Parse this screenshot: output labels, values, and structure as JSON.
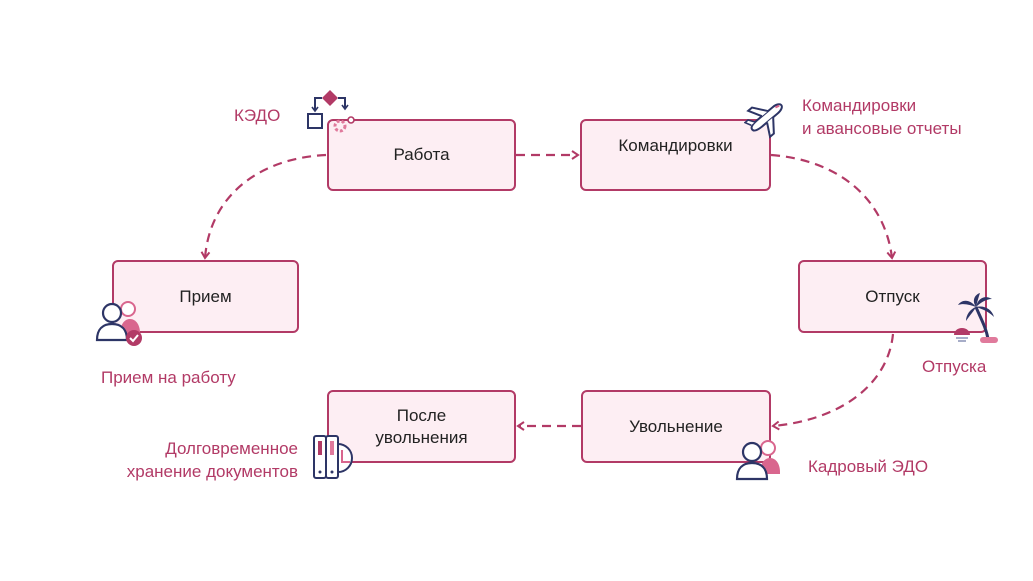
{
  "diagram": {
    "type": "cycle",
    "colors": {
      "accent": "#b23a66",
      "node_fill": "#fdeef3",
      "icon_navy": "#2d3566",
      "icon_pink": "#d9668e"
    },
    "nodes": {
      "work": {
        "label": "Работа"
      },
      "trips": {
        "label": "Командировки"
      },
      "vacation": {
        "label": "Отпуск"
      },
      "dismissal": {
        "label": "Увольнение"
      },
      "after": {
        "line1": "После",
        "line2": "увольнения"
      },
      "hiring": {
        "label": "Прием"
      }
    },
    "annotations": {
      "kedo": "КЭДО",
      "trips_line1": "Командировки",
      "trips_line2": "и авансовые отчеты",
      "vacations": "Отпуска",
      "hr_edo": "Кадровый ЭДО",
      "storage_line1": "Долговременное",
      "storage_line2": "хранение документов",
      "hiring": "Прием на работу"
    },
    "icons": {
      "work": "workflow-icon",
      "trips": "airplane-icon",
      "vacation": "palm-tree-icon",
      "dismissal": "users-icon",
      "after": "archive-binders-icon",
      "hiring": "users-check-icon"
    },
    "edges": [
      {
        "from": "Работа",
        "to": "Командировки"
      },
      {
        "from": "Командировки",
        "to": "Отпуск"
      },
      {
        "from": "Отпуск",
        "to": "Увольнение"
      },
      {
        "from": "Увольнение",
        "to": "После увольнения"
      },
      {
        "from": "Работа",
        "to": "Прием"
      }
    ]
  }
}
